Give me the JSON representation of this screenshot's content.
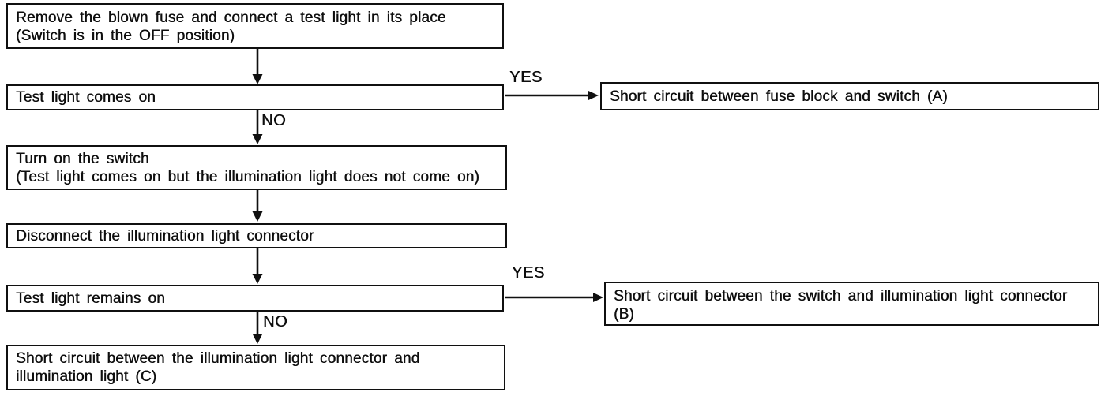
{
  "flowchart": {
    "nodes": {
      "step1": {
        "line1": "Remove the blown fuse and connect a test light in its place",
        "line2": "(Switch is in the OFF position)"
      },
      "test1": {
        "line1": "Test light comes on"
      },
      "resultA": {
        "line1": "Short circuit between fuse block and switch (A)"
      },
      "step2": {
        "line1": "Turn on the switch",
        "line2": "(Test light comes on but the illumination light does not come on)"
      },
      "step3": {
        "line1": "Disconnect the illumination light connector"
      },
      "test2": {
        "line1": "Test light remains on"
      },
      "resultB": {
        "line1": "Short circuit between the switch and illumination light connector",
        "line2": "(B)"
      },
      "resultC": {
        "line1": "Short circuit between the illumination light connector and",
        "line2": "illumination light (C)"
      }
    },
    "edge_labels": {
      "yes1": "YES",
      "no1": "NO",
      "yes2": "YES",
      "no2": "NO"
    },
    "colors": {
      "ink": "#101010",
      "paper": "#ffffff"
    }
  }
}
